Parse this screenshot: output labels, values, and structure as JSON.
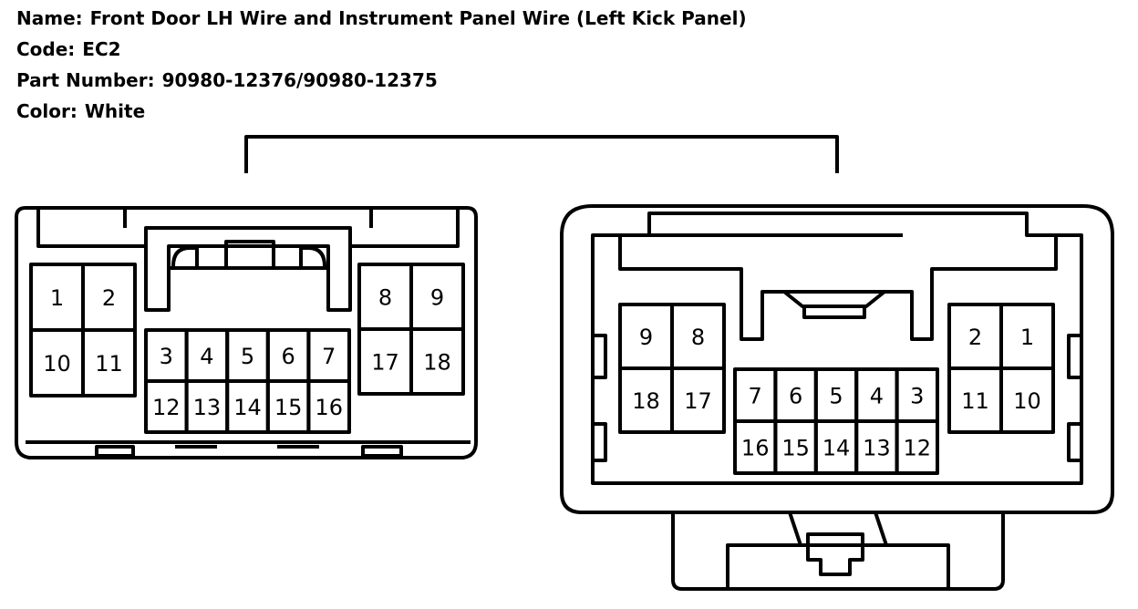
{
  "info": {
    "name_label": "Name:",
    "name_value": "Front Door LH Wire and Instrument Panel Wire (Left Kick Panel)",
    "code_label": "Code:",
    "code_value": "EC2",
    "part_label": "Part Number:",
    "part_value": "90980-12376/90980-12375",
    "color_label": "Color:",
    "color_value": "White"
  },
  "left_connector": {
    "group_left": [
      "1",
      "2",
      "10",
      "11"
    ],
    "group_center": [
      "3",
      "4",
      "5",
      "6",
      "7",
      "12",
      "13",
      "14",
      "15",
      "16"
    ],
    "group_right": [
      "8",
      "9",
      "17",
      "18"
    ]
  },
  "right_connector": {
    "group_left": [
      "9",
      "8",
      "18",
      "17"
    ],
    "group_center": [
      "7",
      "6",
      "5",
      "4",
      "3",
      "16",
      "15",
      "14",
      "13",
      "12"
    ],
    "group_right": [
      "2",
      "1",
      "11",
      "10"
    ]
  }
}
